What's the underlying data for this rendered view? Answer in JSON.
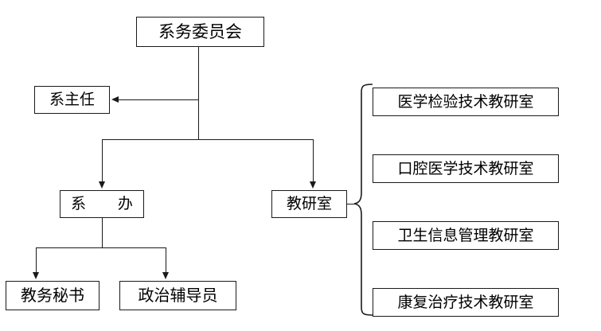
{
  "diagram": {
    "title_node": "系务委员会",
    "nodes": {
      "committee": "系务委员会",
      "director": "系主任",
      "office": "系　办",
      "teaching_section": "教研室",
      "academic_secretary": "教务秘书",
      "political_counselor": "政治辅导员"
    },
    "departments": [
      {
        "label": "医学检验技术教研室"
      },
      {
        "label": "口腔医学技术教研室"
      },
      {
        "label": "卫生信息管理教研室"
      },
      {
        "label": "康复治疗技术教研室"
      }
    ],
    "colors": {
      "line": "#1a1a1a",
      "box_border": "#1a1a1a",
      "background": "#ffffff",
      "text": "#000000"
    }
  }
}
